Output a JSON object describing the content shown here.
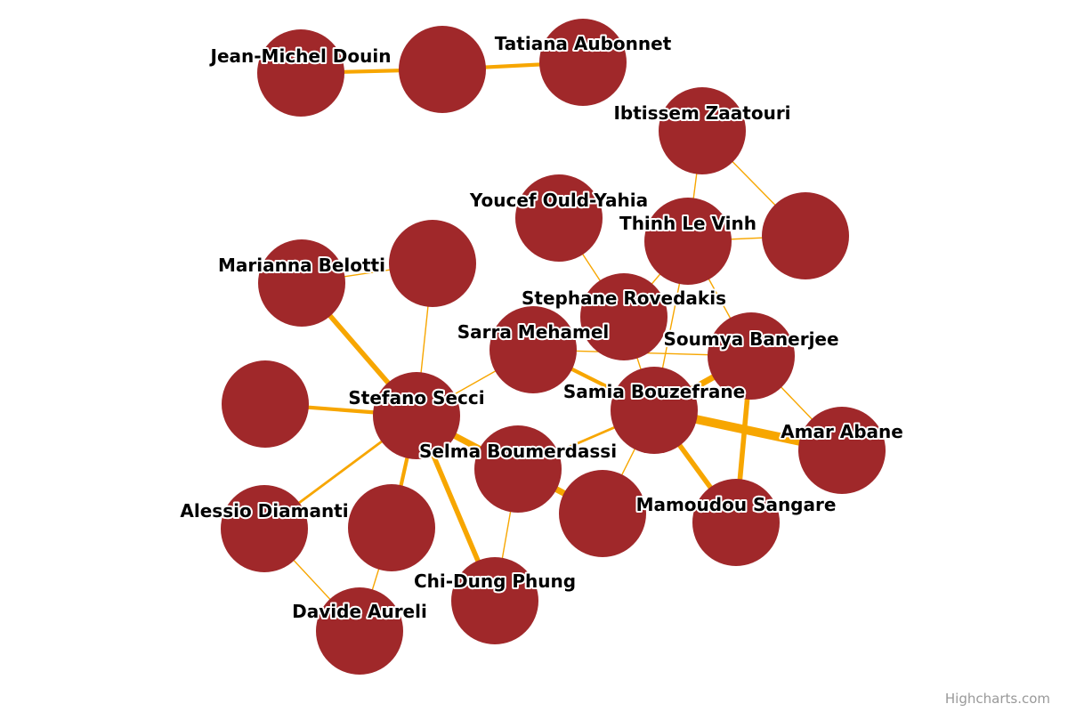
{
  "credits": "Highcharts.com",
  "colors": {
    "node": "#a0282a",
    "link": "#f7a600",
    "label": "#000000",
    "credits": "#999999"
  },
  "chart_data": {
    "type": "network",
    "nodes": [
      {
        "id": "n1",
        "name": "Jean-Michel Douin"
      },
      {
        "id": "n2",
        "name": ""
      },
      {
        "id": "n3",
        "name": "Tatiana Aubonnet"
      },
      {
        "id": "n4",
        "name": "Ibtissem Zaatouri"
      },
      {
        "id": "n5",
        "name": ""
      },
      {
        "id": "n6",
        "name": "Youcef Ould-Yahia"
      },
      {
        "id": "n7",
        "name": "Thinh Le Vinh"
      },
      {
        "id": "n8",
        "name": "Marianna Belotti"
      },
      {
        "id": "n9",
        "name": ""
      },
      {
        "id": "n10",
        "name": "Stephane Rovedakis"
      },
      {
        "id": "n11",
        "name": "Sarra Mehamel"
      },
      {
        "id": "n12",
        "name": "Soumya Banerjee"
      },
      {
        "id": "n13",
        "name": "Samia Bouzefrane"
      },
      {
        "id": "n14",
        "name": ""
      },
      {
        "id": "n15",
        "name": "Stefano Secci"
      },
      {
        "id": "n16",
        "name": "Amar Abane"
      },
      {
        "id": "n17",
        "name": "Selma Boumerdassi"
      },
      {
        "id": "n18",
        "name": "Alessio Diamanti"
      },
      {
        "id": "n19",
        "name": ""
      },
      {
        "id": "n20",
        "name": ""
      },
      {
        "id": "n21",
        "name": "Mamoudou Sangare"
      },
      {
        "id": "n22",
        "name": "Chi-Dung Phung"
      },
      {
        "id": "n23",
        "name": "Davide Aureli"
      }
    ],
    "links": [
      {
        "from": "n1",
        "to": "n2",
        "weight": 3
      },
      {
        "from": "n2",
        "to": "n3",
        "weight": 3
      },
      {
        "from": "n4",
        "to": "n7",
        "weight": 1
      },
      {
        "from": "n4",
        "to": "n5",
        "weight": 1
      },
      {
        "from": "n7",
        "to": "n5",
        "weight": 1
      },
      {
        "from": "n7",
        "to": "n10",
        "weight": 1
      },
      {
        "from": "n7",
        "to": "n12",
        "weight": 1
      },
      {
        "from": "n7",
        "to": "n13",
        "weight": 1
      },
      {
        "from": "n6",
        "to": "n10",
        "weight": 1
      },
      {
        "from": "n8",
        "to": "n9",
        "weight": 1
      },
      {
        "from": "n8",
        "to": "n15",
        "weight": 4
      },
      {
        "from": "n9",
        "to": "n15",
        "weight": 1
      },
      {
        "from": "n10",
        "to": "n13",
        "weight": 1
      },
      {
        "from": "n11",
        "to": "n15",
        "weight": 1
      },
      {
        "from": "n11",
        "to": "n13",
        "weight": 3
      },
      {
        "from": "n11",
        "to": "n12",
        "weight": 1
      },
      {
        "from": "n12",
        "to": "n13",
        "weight": 5
      },
      {
        "from": "n12",
        "to": "n16",
        "weight": 1
      },
      {
        "from": "n12",
        "to": "n21",
        "weight": 4
      },
      {
        "from": "n13",
        "to": "n16",
        "weight": 7
      },
      {
        "from": "n13",
        "to": "n17",
        "weight": 2
      },
      {
        "from": "n13",
        "to": "n21",
        "weight": 4
      },
      {
        "from": "n13",
        "to": "n20",
        "weight": 1
      },
      {
        "from": "n14",
        "to": "n15",
        "weight": 3
      },
      {
        "from": "n15",
        "to": "n17",
        "weight": 5
      },
      {
        "from": "n15",
        "to": "n18",
        "weight": 2
      },
      {
        "from": "n15",
        "to": "n19",
        "weight": 3
      },
      {
        "from": "n15",
        "to": "n22",
        "weight": 4
      },
      {
        "from": "n17",
        "to": "n22",
        "weight": 1
      },
      {
        "from": "n17",
        "to": "n20",
        "weight": 5
      },
      {
        "from": "n18",
        "to": "n23",
        "weight": 1
      },
      {
        "from": "n19",
        "to": "n23",
        "weight": 1
      }
    ]
  }
}
